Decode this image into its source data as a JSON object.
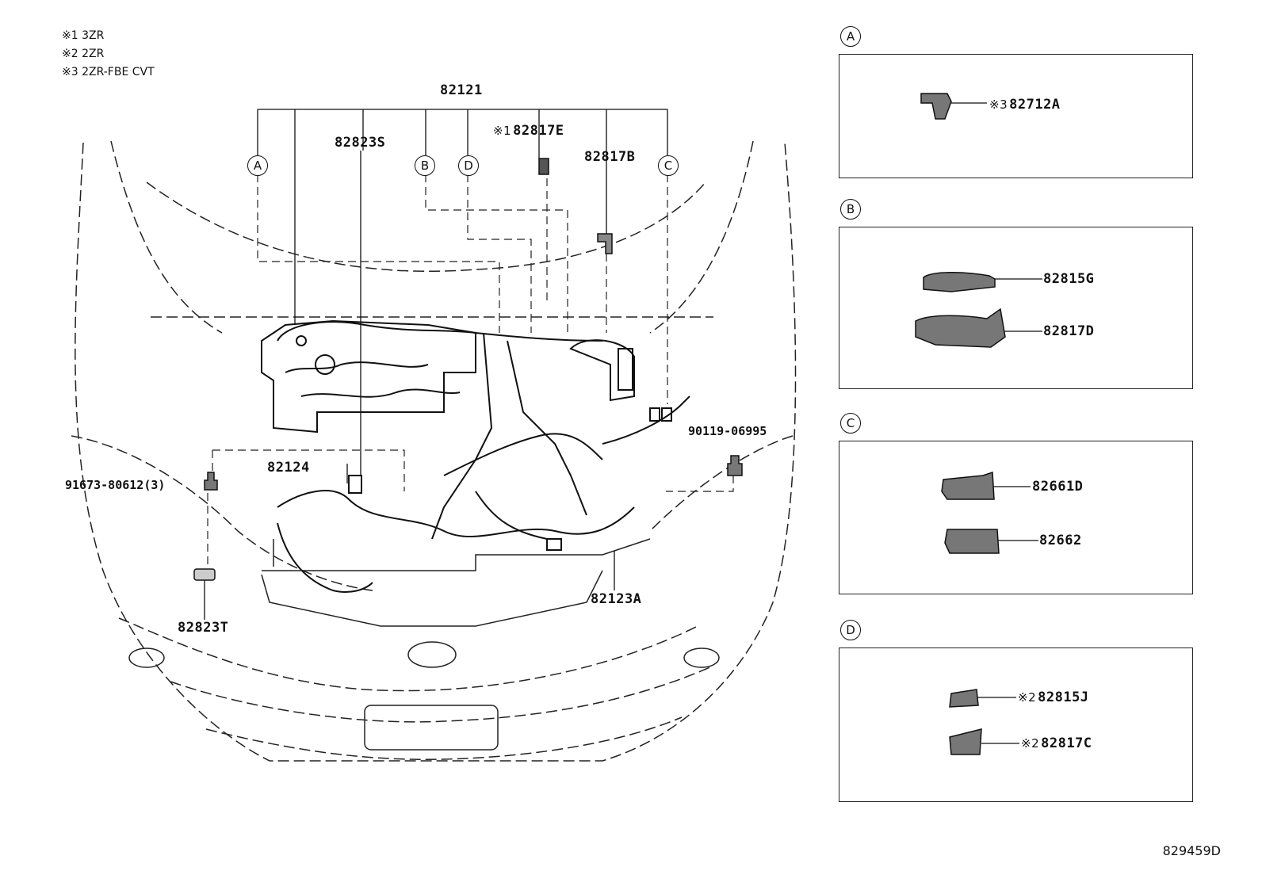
{
  "notes": {
    "n1": "※1 3ZR",
    "n2": "※2 2ZR",
    "n3": "※3 2ZR-FBE CVT"
  },
  "callouts": {
    "main_a": "A",
    "main_b": "B",
    "main_c": "C",
    "main_d": "D"
  },
  "main_parts": {
    "p82121": "82121",
    "p82823S": "82823S",
    "p82817E_mark": "※1",
    "p82817E": "82817E",
    "p82817B": "82817B",
    "p90119": "90119-06995",
    "p91673": "91673-80612(3)",
    "p82124": "82124",
    "p82823T": "82823T",
    "p82123A": "82123A"
  },
  "detail_a": {
    "title": "A",
    "mark": "※3",
    "part": "82712A"
  },
  "detail_b": {
    "title": "B",
    "part1": "82815G",
    "part2": "82817D"
  },
  "detail_c": {
    "title": "C",
    "part1": "82661D",
    "part2": "82662"
  },
  "detail_d": {
    "title": "D",
    "mark1": "※2",
    "part1": "82815J",
    "mark2": "※2",
    "part2": "82817C"
  },
  "reference": "829459D"
}
